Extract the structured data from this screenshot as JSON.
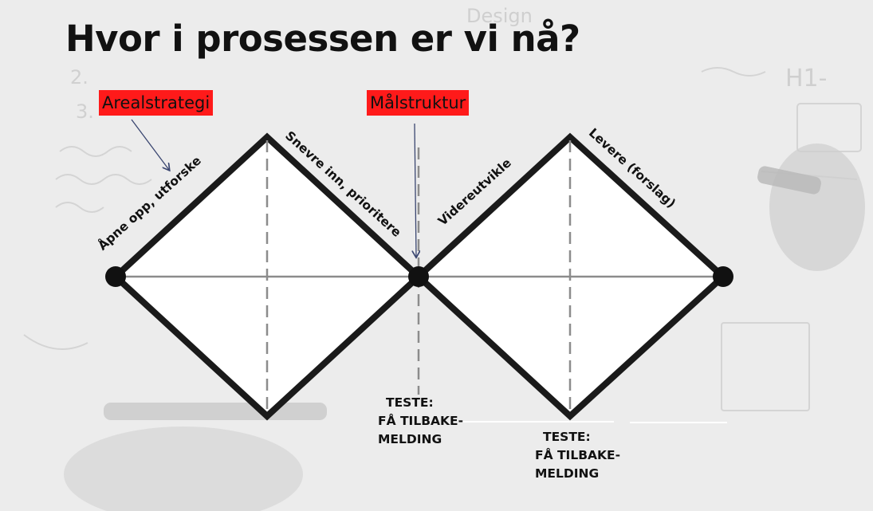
{
  "title": "Hvor i prosessen er vi nå?",
  "tags": {
    "arealstrategi": "Arealstrategi",
    "malstruktur": "Målstruktur"
  },
  "phases": {
    "open": "Åpne opp, utforske",
    "narrow": "Snevre inn, prioritere",
    "develop": "Videreutvikle",
    "deliver": "Levere (forslag)"
  },
  "tests": [
    {
      "line1": "TESTE:",
      "line2": "FÅ TILBAKE-",
      "line3": "MELDING"
    },
    {
      "line1": "TESTE:",
      "line2": "FÅ TILBAKE-",
      "line3": "MELDING"
    }
  ],
  "colors": {
    "tag_background": "#ff1a1a",
    "diamond_stroke": "#1a1a1a",
    "diamond_fill": "#ffffff",
    "divider": "#8c8c8c"
  }
}
